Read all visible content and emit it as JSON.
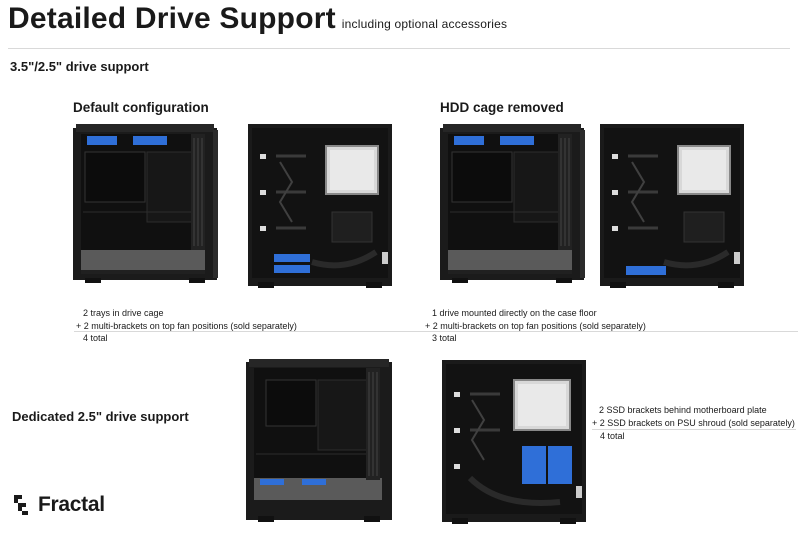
{
  "header": {
    "title": "Detailed Drive Support",
    "subtitle": "including optional accessories"
  },
  "section_heading": "3.5\"/2.5\" drive support",
  "default_config": {
    "heading": "Default configuration",
    "lines": [
      "2 trays in drive cage",
      "+ 2 multi-brackets on top fan positions (sold separately)"
    ],
    "total": "4 total"
  },
  "hdd_removed": {
    "heading": "HDD cage removed",
    "lines": [
      "1 drive mounted directly on the case floor",
      "+ 2 multi-brackets on top fan positions (sold separately)"
    ],
    "total": "3 total"
  },
  "dedicated": {
    "heading": "Dedicated 2.5\" drive support",
    "lines": [
      "2 SSD brackets behind motherboard plate",
      "+ 2 SSD brackets on PSU shroud (sold separately)"
    ],
    "total": "4 total"
  },
  "brand": {
    "name": "Fractal",
    "logo_icon": "fractal-logo-icon"
  },
  "colors": {
    "accent_blue": "#2f6fd8",
    "case_black": "#1b1b1b",
    "background": "#ffffff"
  }
}
